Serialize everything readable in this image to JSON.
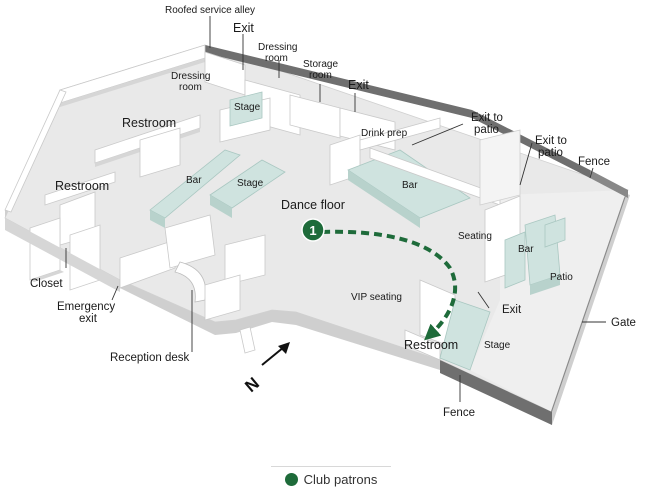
{
  "labels": {
    "roofed_service_alley": "Roofed service alley",
    "exit_top_left": "Exit",
    "dressing_room_1": [
      "Dressing",
      "room"
    ],
    "dressing_room_2": [
      "Dressing",
      "room"
    ],
    "storage_room": [
      "Storage",
      "room"
    ],
    "exit_top_right": "Exit",
    "exit_to_patio_1": [
      "Exit to",
      "patio"
    ],
    "exit_to_patio_2": [
      "Exit to",
      "patio"
    ],
    "fence_right": "Fence",
    "restroom_top": "Restroom",
    "stage_top": "Stage",
    "drink_prep": "Drink prep",
    "restroom_left": "Restroom",
    "bar_left": "Bar",
    "stage_middle": "Stage",
    "bar_center": "Bar",
    "dance_floor": "Dance floor",
    "seating": "Seating",
    "bar_patio": "Bar",
    "patio": "Patio",
    "closet": "Closet",
    "vip_seating": "VIP seating",
    "exit_patio_side": "Exit",
    "gate": "Gate",
    "emergency_exit": [
      "Emergency",
      "exit"
    ],
    "restroom_bottom": "Restroom",
    "stage_bottom": "Stage",
    "reception_desk": "Reception desk",
    "fence_bottom": "Fence",
    "north": "N"
  },
  "marker": {
    "number": "1",
    "color": "#1e6b3a"
  },
  "colors": {
    "path": "#1e6b3a",
    "wall_side": "#d6d6d6",
    "fence": "#6f6f6f",
    "teal": "#cfe3df",
    "floor": "#e9e9e9"
  },
  "legend": {
    "label": "Club patrons"
  }
}
